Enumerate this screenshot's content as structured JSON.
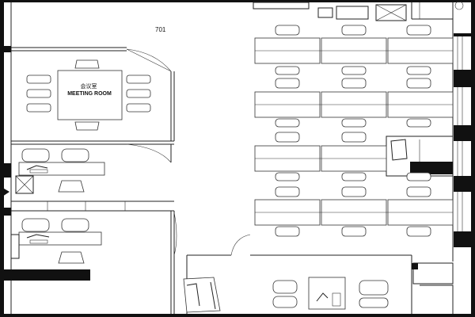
{
  "plan": {
    "unit_number": "701",
    "meeting_room_label_cn": "会议室",
    "meeting_room_label_en": "MEETING ROOM"
  }
}
